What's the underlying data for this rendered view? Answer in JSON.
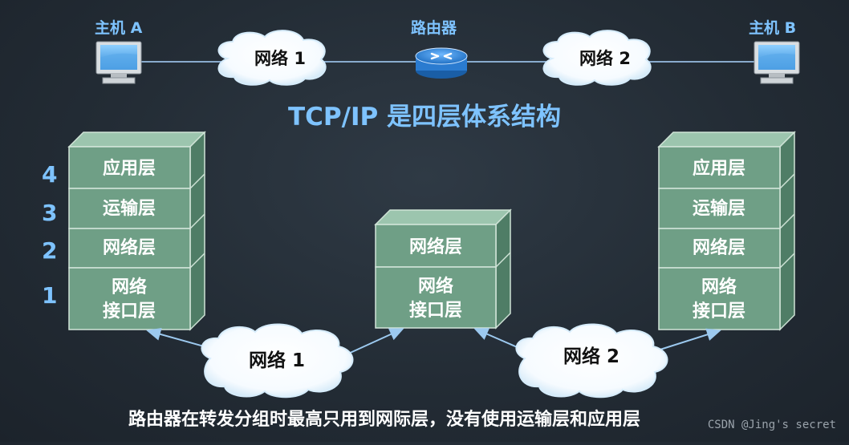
{
  "top": {
    "host_a": "主机 A",
    "host_b": "主机 B",
    "router": "路由器",
    "cloud1": "网络 1",
    "cloud2": "网络 2"
  },
  "title": "TCP/IP 是四层体系结构",
  "layer_numbers": [
    "4",
    "3",
    "2",
    "1"
  ],
  "stacks": {
    "left": [
      "应用层",
      "运输层",
      "网络层",
      [
        "网络",
        "接口层"
      ]
    ],
    "middle": [
      "网络层",
      [
        "网络",
        "接口层"
      ]
    ],
    "right": [
      "应用层",
      "运输层",
      "网络层",
      [
        "网络",
        "接口层"
      ]
    ]
  },
  "bottom_clouds": {
    "net1": "网络 1",
    "net2": "网络 2"
  },
  "caption": "路由器在转发分组时最高只用到网际层，没有使用运输层和应用层",
  "watermark": "CSDN @Jing's secret",
  "colors": {
    "accent_blue": "#7ec3ff",
    "layer_green": "#6f9f86",
    "background": "#232c35"
  }
}
